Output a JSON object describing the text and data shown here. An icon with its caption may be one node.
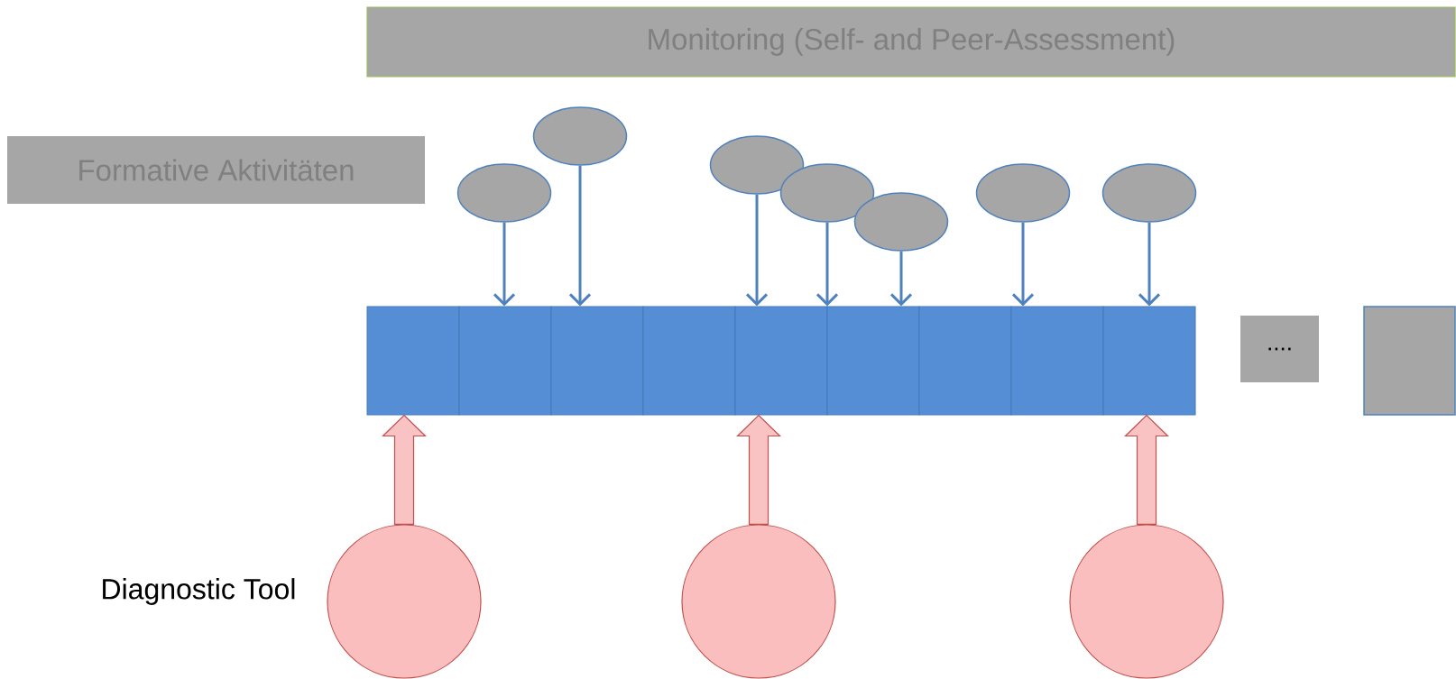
{
  "diagram": {
    "nodes": [
      {
        "text": [
          "Monitoring (Self- and Peer-Assessment)"
        ]
      },
      {
        "text": [
          "Formative Aktivitäten"
        ]
      },
      {
        "text": [],
        "shape": "ellipse"
      },
      {
        "text": [],
        "shape": "ellipse"
      },
      {
        "text": [],
        "shape": "ellipse"
      },
      {
        "text": [],
        "shape": "ellipse"
      },
      {
        "text": [],
        "shape": "ellipse"
      },
      {
        "text": [],
        "shape": "ellipse"
      },
      {
        "text": [],
        "shape": "ellipse"
      },
      {
        "text": [],
        "shape": "box"
      },
      {
        "text": [],
        "shape": "box"
      },
      {
        "text": [],
        "shape": "box"
      },
      {
        "text": [],
        "shape": "box"
      },
      {
        "text": [],
        "shape": "box"
      },
      {
        "text": [],
        "shape": "box"
      },
      {
        "text": [],
        "shape": "box"
      },
      {
        "text": [],
        "shape": "box"
      },
      {
        "text": [],
        "shape": "box"
      },
      {
        "text": [
          "...."
        ]
      },
      {
        "text": [],
        "shape": "box"
      },
      {
        "text": [],
        "shape": "circle"
      },
      {
        "text": [],
        "shape": "circle"
      },
      {
        "text": [],
        "shape": "circle"
      }
    ],
    "edges": [
      {
        "from": 2,
        "to": 10,
        "arrow": "to"
      },
      {
        "from": 3,
        "to": 11,
        "arrow": "to"
      },
      {
        "from": 4,
        "to": 13,
        "arrow": "to"
      },
      {
        "from": 5,
        "to": 14,
        "arrow": "to"
      },
      {
        "from": 6,
        "to": 14,
        "arrow": "to"
      },
      {
        "from": 7,
        "to": 16,
        "arrow": "to"
      },
      {
        "from": 8,
        "to": 17,
        "arrow": "to"
      },
      {
        "from": 20,
        "to": 9,
        "arrow": "to",
        "style": "thick",
        "color": "#c0504d"
      },
      {
        "from": 21,
        "to": 13,
        "arrow": "to",
        "style": "thick",
        "color": "#c0504d"
      },
      {
        "from": 22,
        "to": 17,
        "arrow": "to",
        "style": "thick",
        "color": "#c0504d"
      }
    ],
    "labels": [
      "Diagnostic Tool"
    ]
  }
}
